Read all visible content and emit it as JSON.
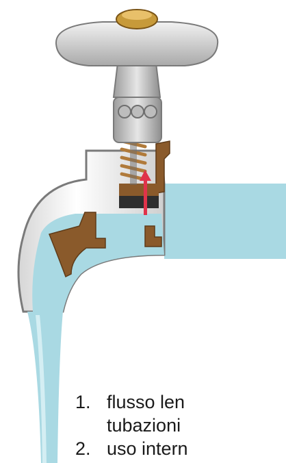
{
  "diagram": {
    "caption_items": [
      {
        "number": "1.",
        "line1": "flusso len",
        "line2": "tubazioni"
      },
      {
        "number": "2.",
        "line1": "uso intern"
      }
    ],
    "colors": {
      "water": "#a9d9e3",
      "water_dark": "#7fc3d2",
      "valve_brass": "#8a5a2b",
      "metal": "#d9d9d9",
      "arrow": "#e0334a"
    }
  }
}
